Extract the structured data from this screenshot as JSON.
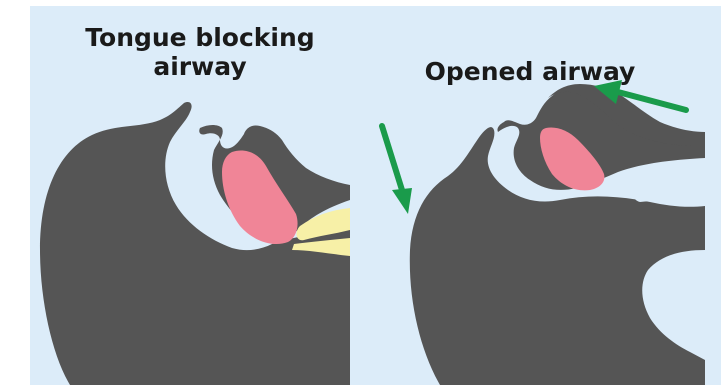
{
  "left_panel": {
    "title_line1": "Tongue blocking",
    "title_line2": "airway"
  },
  "right_panel": {
    "title": "Opened airway"
  },
  "colors": {
    "background": "#dcecf9",
    "head": "#555555",
    "tongue": "#f08597",
    "larynx": "#f7f0a7",
    "arrow": "#1a9b4b"
  }
}
